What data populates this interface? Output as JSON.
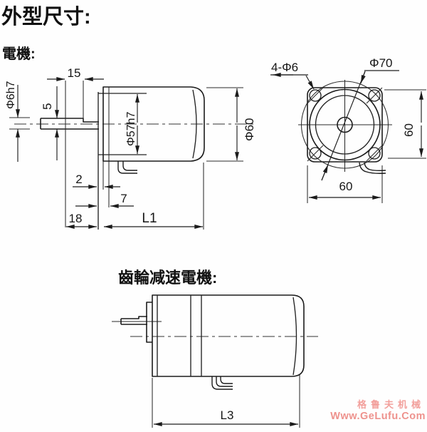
{
  "page": {
    "title": "外型尺寸:"
  },
  "sections": {
    "motor_label": "電機:",
    "gear_motor_label": "齒輪减速電機:"
  },
  "motor_side_view": {
    "dim_flat_length": "15",
    "dim_shaft_diameter": "Φ6h7",
    "dim_flat_height": "5",
    "dim_spigot_diameter": "Φ57h7",
    "dim_body_diameter": "Φ60",
    "dim_spigot_depth": "2",
    "dim_front_boss": "7",
    "dim_shaft_length": "18",
    "dim_body_length": "L1"
  },
  "motor_front_view": {
    "dim_mounting_holes": "4-Φ6",
    "dim_bolt_circle": "Φ70",
    "dim_height": "60",
    "dim_width": "60"
  },
  "gear_motor_view": {
    "dim_total_length": "L3"
  },
  "watermark": {
    "brand": "格鲁夫机械",
    "site": "Www.GeLufu.Com",
    "color": "#f09a96"
  },
  "colors": {
    "line": "#1b1b1b",
    "background": "#fefefe"
  }
}
